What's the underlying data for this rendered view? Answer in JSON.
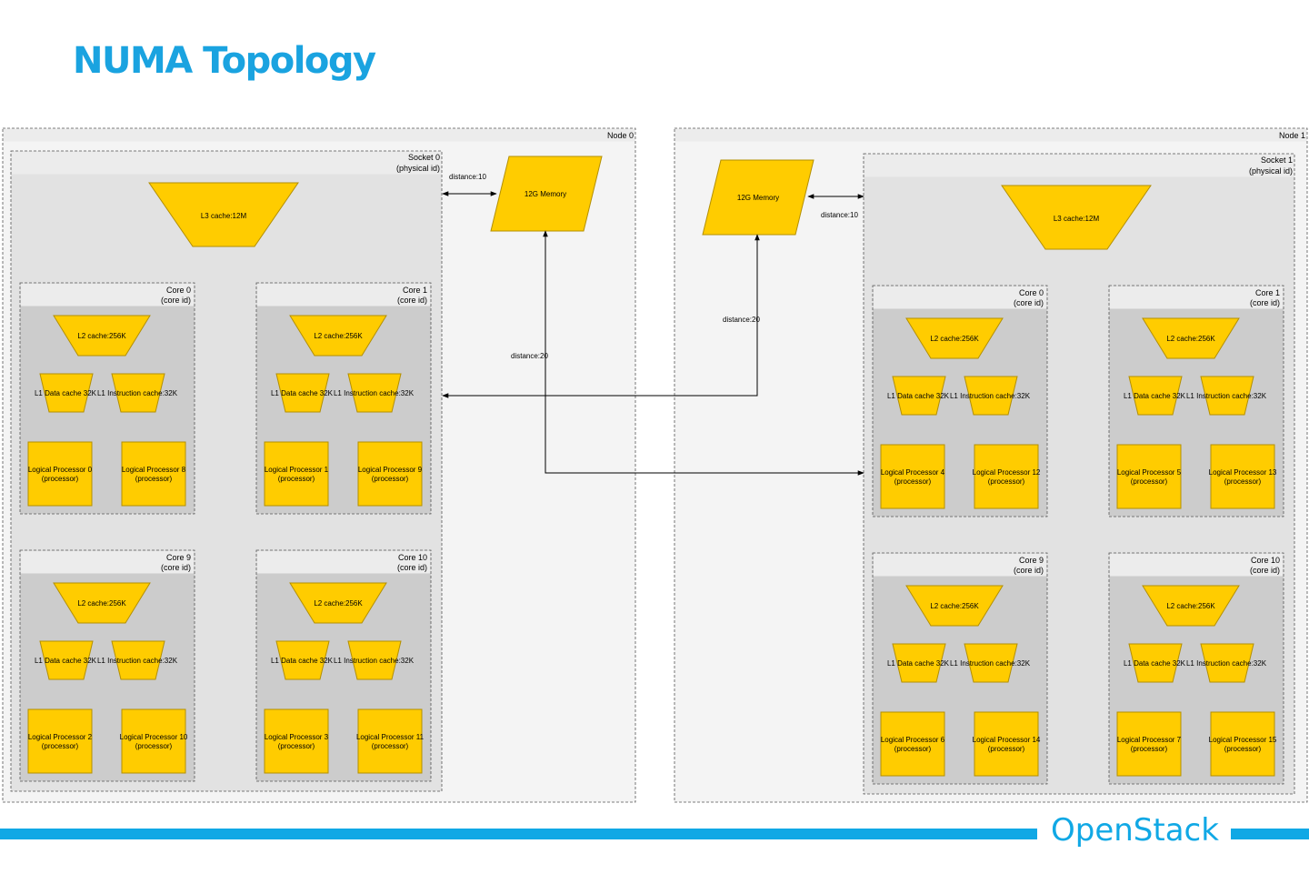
{
  "title": "NUMA Topology",
  "brand": "OpenStack",
  "colors": {
    "title": "#1aa3e0",
    "footer": "#10a8e5",
    "component_fill": "#ffcc00",
    "component_stroke": "#b38f00",
    "node_fill": "#f4f4f4",
    "socket_fill": "#e2e2e2",
    "core_fill": "#cccccc",
    "header_band": "#ececec"
  },
  "nodes": [
    {
      "label": "Node 0",
      "memory": "12G Memory",
      "local_distance": "distance:10",
      "remote_distance": "distance:20",
      "socket": {
        "label": "Socket 0",
        "sublabel": "(physical id)",
        "l3": "L3  cache:12M",
        "cores": [
          {
            "label": "Core 0",
            "sublabel": "(core id)",
            "l2": "L2  cache:256K",
            "l1d": "L1 Data cache 32K",
            "l1i": "L1 Instruction cache:32K",
            "processors": [
              {
                "name": "Logical Processor 0",
                "sub": "(processor)"
              },
              {
                "name": "Logical Processor 8",
                "sub": "(processor)"
              }
            ]
          },
          {
            "label": "Core 1",
            "sublabel": "(core id)",
            "l2": "L2  cache:256K",
            "l1d": "L1 Data cache 32K",
            "l1i": "L1 Instruction cache:32K",
            "processors": [
              {
                "name": "Logical Processor 1",
                "sub": "(processor)"
              },
              {
                "name": "Logical Processor 9",
                "sub": "(processor)"
              }
            ]
          },
          {
            "label": "Core 9",
            "sublabel": "(core id)",
            "l2": "L2  cache:256K",
            "l1d": "L1 Data cache 32K",
            "l1i": "L1 Instruction cache:32K",
            "processors": [
              {
                "name": "Logical Processor 2",
                "sub": "(processor)"
              },
              {
                "name": "Logical Processor 10",
                "sub": "(processor)"
              }
            ]
          },
          {
            "label": "Core 10",
            "sublabel": "(core id)",
            "l2": "L2  cache:256K",
            "l1d": "L1 Data cache 32K",
            "l1i": "L1 Instruction cache:32K",
            "processors": [
              {
                "name": "Logical Processor 3",
                "sub": "(processor)"
              },
              {
                "name": "Logical Processor 11",
                "sub": "(processor)"
              }
            ]
          }
        ]
      }
    },
    {
      "label": "Node 1",
      "memory": "12G Memory",
      "local_distance": "distance:10",
      "remote_distance": "distance:20",
      "socket": {
        "label": "Socket 1",
        "sublabel": "(physical id)",
        "l3": "L3  cache:12M",
        "cores": [
          {
            "label": "Core 0",
            "sublabel": "(core id)",
            "l2": "L2  cache:256K",
            "l1d": "L1 Data cache 32K",
            "l1i": "L1 Instruction cache:32K",
            "processors": [
              {
                "name": "Logical Processor 4",
                "sub": "(processor)"
              },
              {
                "name": "Logical Processor 12",
                "sub": "(processor)"
              }
            ]
          },
          {
            "label": "Core 1",
            "sublabel": "(core id)",
            "l2": "L2  cache:256K",
            "l1d": "L1 Data cache 32K",
            "l1i": "L1 Instruction cache:32K",
            "processors": [
              {
                "name": "Logical Processor 5",
                "sub": "(processor)"
              },
              {
                "name": "Logical Processor 13",
                "sub": "(processor)"
              }
            ]
          },
          {
            "label": "Core 9",
            "sublabel": "(core id)",
            "l2": "L2  cache:256K",
            "l1d": "L1 Data cache 32K",
            "l1i": "L1 Instruction cache:32K",
            "processors": [
              {
                "name": "Logical Processor 6",
                "sub": "(processor)"
              },
              {
                "name": "Logical Processor 14",
                "sub": "(processor)"
              }
            ]
          },
          {
            "label": "Core 10",
            "sublabel": "(core id)",
            "l2": "L2  cache:256K",
            "l1d": "L1 Data cache 32K",
            "l1i": "L1 Instruction cache:32K",
            "processors": [
              {
                "name": "Logical Processor 7",
                "sub": "(processor)"
              },
              {
                "name": "Logical Processor 15",
                "sub": "(processor)"
              }
            ]
          }
        ]
      }
    }
  ]
}
